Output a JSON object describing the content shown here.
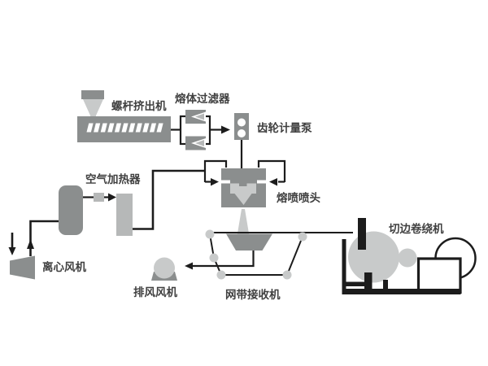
{
  "diagram": {
    "type": "process-flow",
    "labels": {
      "extruder": "螺杆挤出机",
      "melt_filter": "熔体过滤器",
      "gear_pump": "齿轮计量泵",
      "air_heater": "空气加热器",
      "die_head": "熔喷喷头",
      "centrifugal_fan": "离心风机",
      "exhaust_fan": "排风风机",
      "belt_receiver": "网带接收机",
      "winder": "切边卷绕机"
    },
    "colors": {
      "line": "#1c1c1c",
      "equip_dark": "#8b8e8e",
      "equip_mid": "#b6b8b8",
      "equip_light": "#c8caca",
      "text": "#404040",
      "background": "#ffffff"
    },
    "connections": [
      {
        "from": "螺杆挤出机",
        "to": "熔体过滤器"
      },
      {
        "from": "熔体过滤器",
        "to": "齿轮计量泵"
      },
      {
        "from": "齿轮计量泵",
        "to": "熔喷喷头"
      },
      {
        "from": "离心风机",
        "to": "空气加热器"
      },
      {
        "from": "空气加热器",
        "to": "熔喷喷头"
      },
      {
        "from": "熔喷喷头",
        "to": "网带接收机"
      },
      {
        "from": "网带接收机",
        "to": "排风风机"
      },
      {
        "from": "网带接收机",
        "to": "切边卷绕机"
      }
    ]
  }
}
